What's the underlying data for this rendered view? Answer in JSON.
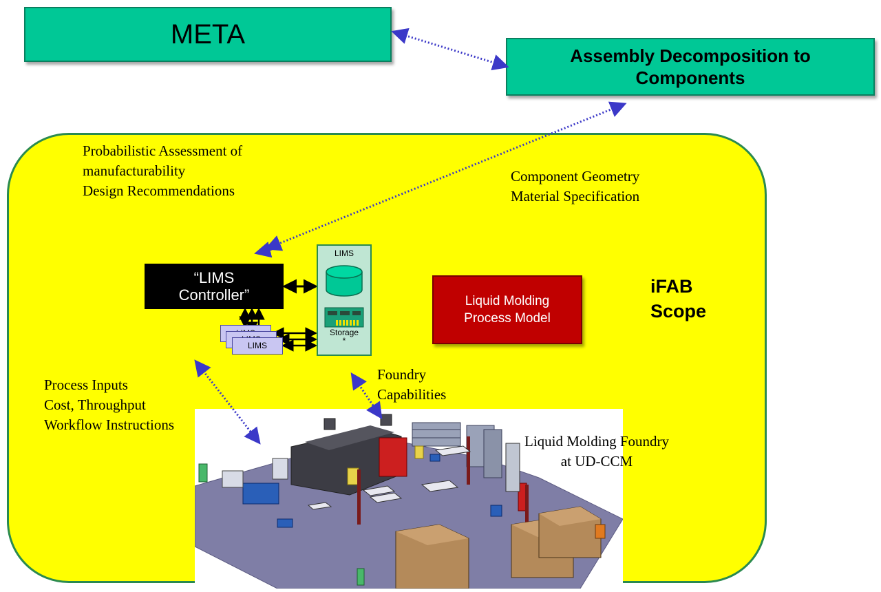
{
  "meta_box": {
    "label": "META"
  },
  "assembly_box": {
    "line1": "Assembly Decomposition to",
    "line2": "Components"
  },
  "assessment": {
    "line1": "Probabilistic Assessment of",
    "line2": "manufacturability",
    "line3": "Design Recommendations"
  },
  "geometry": {
    "line1": "Component Geometry",
    "line2": "Material Specification"
  },
  "lims_controller": {
    "line1": "“LIMS",
    "line2": "Controller”"
  },
  "lims_storage": {
    "title": "LIMS",
    "storage_label": "Storage",
    "storage_mark": "*"
  },
  "lims_cards": {
    "front": "LIMS",
    "middle": "LIMS",
    "back": "LIMS"
  },
  "process_model": {
    "line1": "Liquid Molding",
    "line2": "Process Model"
  },
  "ifab": {
    "line1": "iFAB",
    "line2": "Scope"
  },
  "process_inputs": {
    "line1": "Process Inputs",
    "line2": "Cost, Throughput",
    "line3": "Workflow Instructions"
  },
  "foundry_capabilities": {
    "line1": "Foundry",
    "line2": "Capabilities"
  },
  "foundry_label": {
    "line1": "Liquid Molding Foundry",
    "line2": "at UD-CCM"
  },
  "colors": {
    "green_box": "#00c896",
    "scope_yellow": "#ffff00",
    "scope_border": "#2a8a4f",
    "red_box": "#c00000",
    "arrow_blue": "#3b38c8",
    "floor": "#7f7ea6"
  }
}
